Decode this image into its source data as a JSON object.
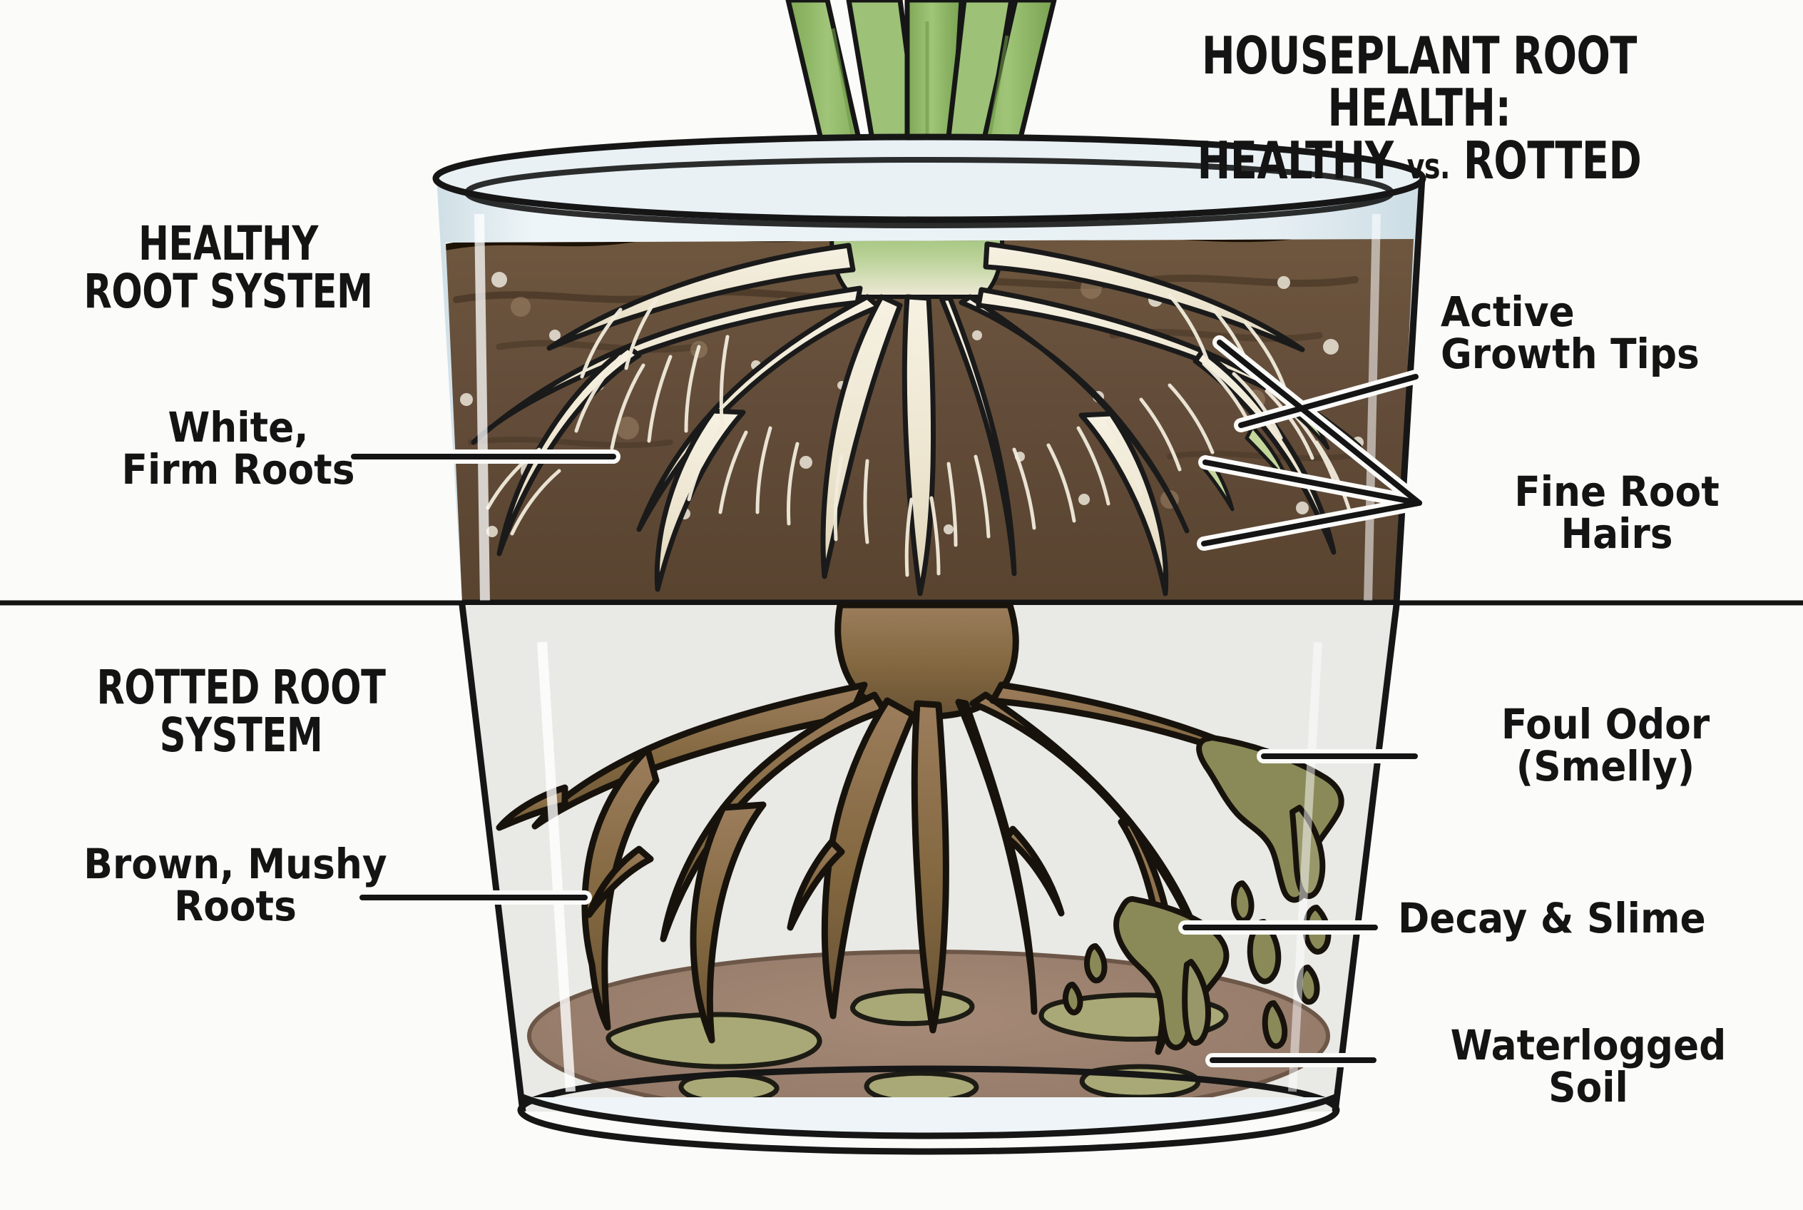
{
  "title": {
    "line1": "HOUSEPLANT ROOT HEALTH:",
    "line2_a": "HEALTHY ",
    "line2_vs": "vs.",
    "line2_b": " ROTTED"
  },
  "sections": {
    "healthy_heading": "HEALTHY\nROOT SYSTEM",
    "rotted_heading": "ROTTED ROOT\nSYSTEM"
  },
  "callouts": {
    "white_firm_roots": "White,\nFirm Roots",
    "active_growth_tips": "Active\nGrowth Tips",
    "fine_root_hairs": "Fine Root\nHairs",
    "brown_mushy_roots": "Brown, Mushy\nRoots",
    "foul_odor": "Foul Odor\n(Smelly)",
    "decay_slime": "Decay & Slime",
    "waterlogged_soil": "Waterlogged\nSoil"
  },
  "colors": {
    "background": "#fbfbf9",
    "ink": "#141414",
    "pot_glass": "#dfe9ed",
    "pot_glass_light": "#eef5f7",
    "soil_dark": "#5b4535",
    "soil_mid": "#6e5744",
    "soil_light": "#8a7057",
    "healthy_root": "#f2ecdc",
    "healthy_root_shade": "#ded5bf",
    "root_tip_green": "#c3d49a",
    "stem_green": "#8fb866",
    "stem_green_dark": "#6d9a4a",
    "rotted_root": "#8a6d4f",
    "rotted_root_dark": "#5e4a33",
    "rot_olive": "#8a8a58",
    "slime_green": "#a9a977",
    "mud": "#9b8170",
    "rotted_bg": "#e9e9e5"
  },
  "diagram": {
    "type": "comparison-illustration",
    "subject": "houseplant root system cross-section in a clear pot",
    "top_panel": "healthy roots in dark moist soil",
    "bottom_panel": "rotted roots in waterlogged soil with slime"
  }
}
